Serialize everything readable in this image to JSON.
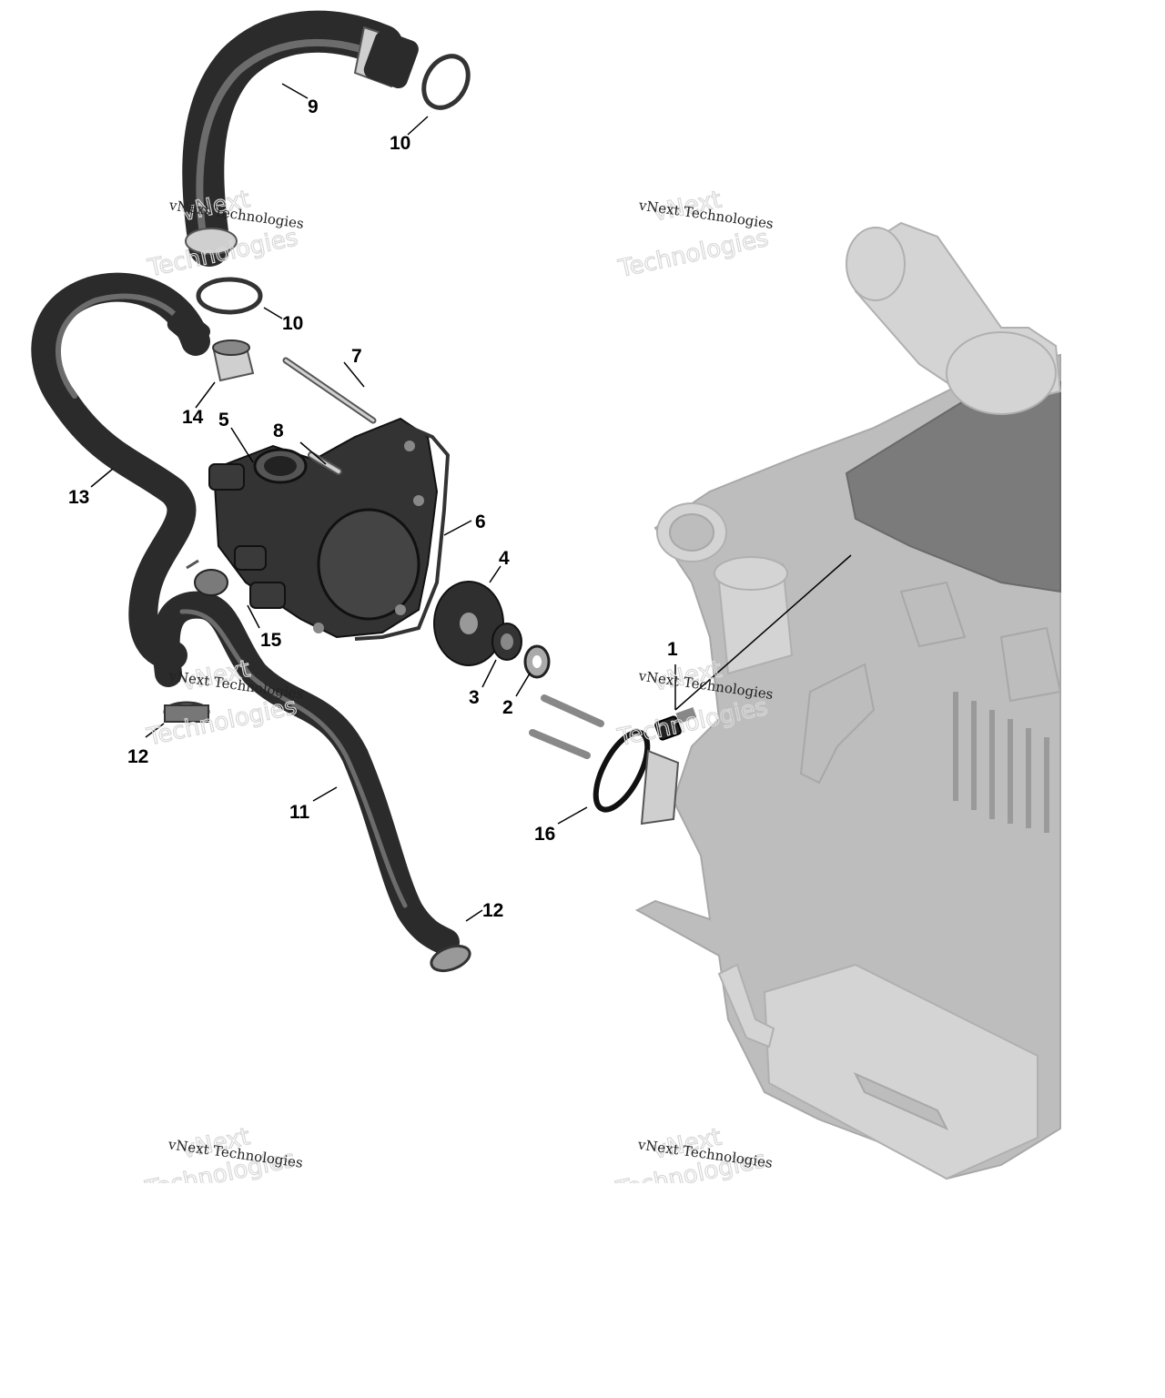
{
  "callouts": [
    {
      "id": "1",
      "label": "1"
    },
    {
      "id": "2",
      "label": "2"
    },
    {
      "id": "3",
      "label": "3"
    },
    {
      "id": "4",
      "label": "4"
    },
    {
      "id": "5",
      "label": "5"
    },
    {
      "id": "6",
      "label": "6"
    },
    {
      "id": "7",
      "label": "7"
    },
    {
      "id": "8",
      "label": "8"
    },
    {
      "id": "9",
      "label": "9"
    },
    {
      "id": "10a",
      "label": "10"
    },
    {
      "id": "10b",
      "label": "10"
    },
    {
      "id": "11",
      "label": "11"
    },
    {
      "id": "12a",
      "label": "12"
    },
    {
      "id": "12b",
      "label": "12"
    },
    {
      "id": "13",
      "label": "13"
    },
    {
      "id": "14",
      "label": "14"
    },
    {
      "id": "15",
      "label": "15"
    },
    {
      "id": "16",
      "label": "16"
    }
  ],
  "watermark": {
    "text": "vNext Technologies",
    "line1": "vNext",
    "line2": "Technologies"
  },
  "colors": {
    "engine": "#bdbdbd",
    "hose": "#2b2b2b",
    "background": "#ffffff"
  }
}
